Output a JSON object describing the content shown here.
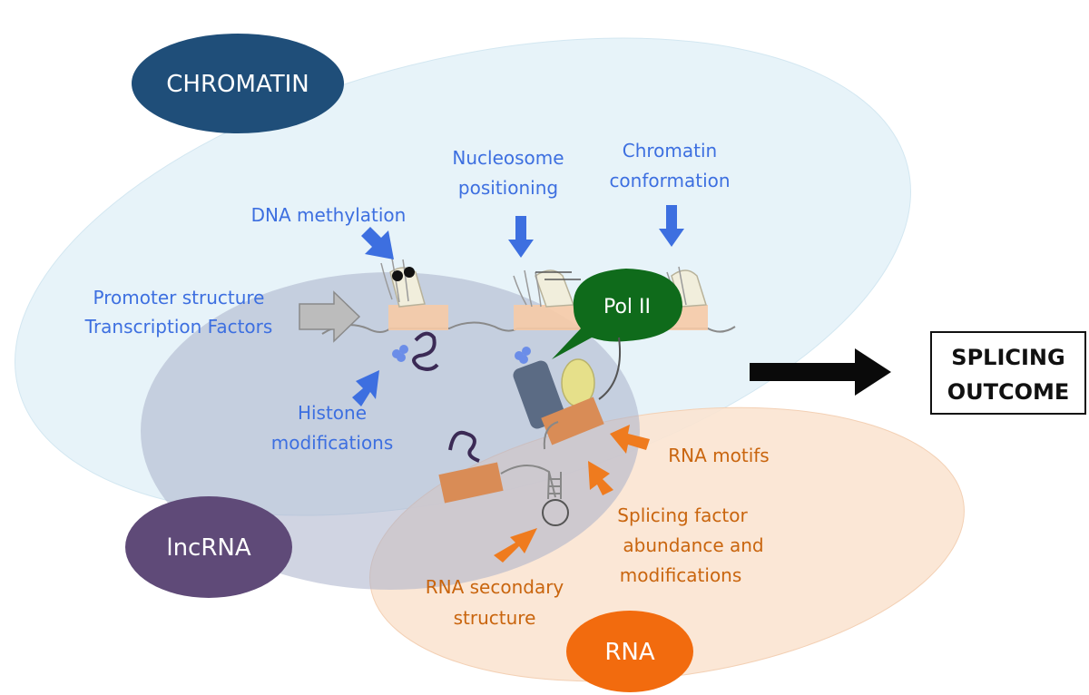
{
  "regions": {
    "chromatin": "CHROMATIN",
    "lncrna": "lncRNA",
    "rna": "RNA"
  },
  "labels": {
    "promoter_line1": "Promoter structure",
    "promoter_line2": "Transcription Factors",
    "dna_methylation": "DNA methylation",
    "nucleosome_line1": "Nucleosome",
    "nucleosome_line2": "positioning",
    "chromatin_conf_line1": "Chromatin",
    "chromatin_conf_line2": "conformation",
    "histone_line1": "Histone",
    "histone_line2": "modifications",
    "pol2": "Pol II",
    "rna_motifs": "RNA motifs",
    "sf_line1": "Splicing factor",
    "sf_line2": "abundance and",
    "sf_line3": "modifications",
    "rna_sec_line1": "RNA secondary",
    "rna_sec_line2": "structure"
  },
  "outcome": {
    "line1": "SPLICING",
    "line2": "OUTCOME"
  },
  "colors": {
    "chromatin_bg": "#e6f3f9",
    "chromatin_badge": "#1f4e79",
    "lncrna_bg": "#b9bfd6",
    "lncrna_badge": "#5f4a78",
    "rna_bg": "#fbe3cf",
    "rna_badge": "#f26b0e",
    "blue_text": "#3d6fe0",
    "orange_text": "#c9650e",
    "pol2": "#0f6b1b",
    "factor": "#d98c56"
  }
}
